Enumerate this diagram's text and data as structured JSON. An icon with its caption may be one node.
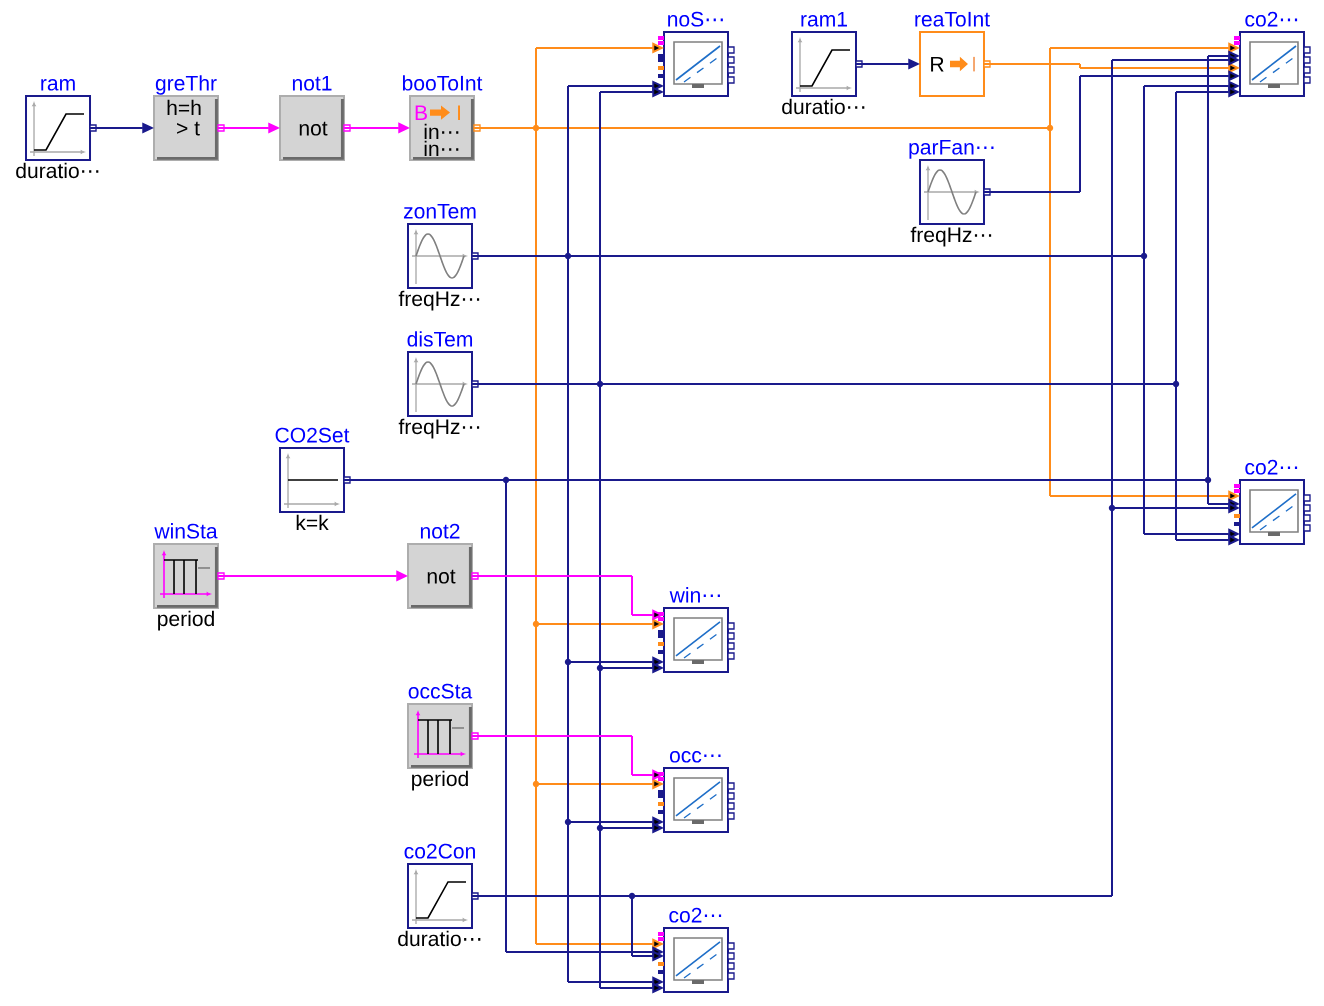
{
  "diagram": {
    "nodes": [
      {
        "text": [
          "ram",
          "duratio⋯"
        ]
      },
      {
        "text": [
          "greThr",
          "h=h",
          "> t"
        ]
      },
      {
        "text": [
          "not1",
          "not"
        ]
      },
      {
        "text": [
          "booToInt",
          "B",
          "I",
          "in⋯",
          "in⋯"
        ]
      },
      {
        "text": [
          "noS⋯"
        ]
      },
      {
        "text": [
          "ram1",
          "duratio⋯"
        ]
      },
      {
        "text": [
          "reaToInt",
          "R",
          "I"
        ]
      },
      {
        "text": [
          "co2⋯"
        ]
      },
      {
        "text": [
          "parFan⋯",
          "freqHz⋯"
        ]
      },
      {
        "text": [
          "zonTem",
          "freqHz⋯"
        ]
      },
      {
        "text": [
          "disTem",
          "freqHz⋯"
        ]
      },
      {
        "text": [
          "CO2Set",
          "k=k"
        ]
      },
      {
        "text": [
          "co2⋯"
        ]
      },
      {
        "text": [
          "winSta",
          "period"
        ]
      },
      {
        "text": [
          "not2",
          "not"
        ]
      },
      {
        "text": [
          "win⋯"
        ]
      },
      {
        "text": [
          "occSta",
          "period"
        ]
      },
      {
        "text": [
          "occ⋯"
        ]
      },
      {
        "text": [
          "co2Con",
          "duratio⋯"
        ]
      },
      {
        "text": [
          "co2⋯"
        ]
      }
    ],
    "edges": [
      {
        "from": 0,
        "to": 1,
        "arrow": "to"
      },
      {
        "from": 1,
        "to": 2,
        "arrow": "to",
        "color": "#ff00ff"
      },
      {
        "from": 2,
        "to": 3,
        "arrow": "to",
        "color": "#ff00ff"
      },
      {
        "from": 3,
        "to": 4,
        "arrow": "to",
        "color": "#ff8c1a"
      },
      {
        "from": 3,
        "to": 7,
        "arrow": "to",
        "color": "#ff8c1a"
      },
      {
        "from": 3,
        "to": 12,
        "arrow": "to",
        "color": "#ff8c1a"
      },
      {
        "from": 3,
        "to": 15,
        "arrow": "to",
        "color": "#ff8c1a"
      },
      {
        "from": 3,
        "to": 17,
        "arrow": "to",
        "color": "#ff8c1a"
      },
      {
        "from": 3,
        "to": 19,
        "arrow": "to",
        "color": "#ff8c1a"
      },
      {
        "from": 5,
        "to": 6,
        "arrow": "to"
      },
      {
        "from": 6,
        "to": 7,
        "arrow": "to",
        "color": "#ff8c1a"
      },
      {
        "from": 8,
        "to": 7,
        "arrow": "to"
      },
      {
        "from": 9,
        "to": 4,
        "arrow": "to"
      },
      {
        "from": 9,
        "to": 7,
        "arrow": "to"
      },
      {
        "from": 9,
        "to": 12,
        "arrow": "to"
      },
      {
        "from": 9,
        "to": 15,
        "arrow": "to"
      },
      {
        "from": 9,
        "to": 17,
        "arrow": "to"
      },
      {
        "from": 9,
        "to": 19,
        "arrow": "to"
      },
      {
        "from": 10,
        "to": 4,
        "arrow": "to"
      },
      {
        "from": 10,
        "to": 7,
        "arrow": "to"
      },
      {
        "from": 10,
        "to": 12,
        "arrow": "to"
      },
      {
        "from": 10,
        "to": 15,
        "arrow": "to"
      },
      {
        "from": 10,
        "to": 17,
        "arrow": "to"
      },
      {
        "from": 10,
        "to": 19,
        "arrow": "to"
      },
      {
        "from": 11,
        "to": 7,
        "arrow": "to"
      },
      {
        "from": 11,
        "to": 12,
        "arrow": "to"
      },
      {
        "from": 11,
        "to": 19,
        "arrow": "to"
      },
      {
        "from": 13,
        "to": 14,
        "arrow": "to",
        "color": "#ff00ff"
      },
      {
        "from": 14,
        "to": 15,
        "arrow": "to",
        "color": "#ff00ff"
      },
      {
        "from": 16,
        "to": 17,
        "arrow": "to",
        "color": "#ff00ff"
      },
      {
        "from": 18,
        "to": 7,
        "arrow": "to"
      },
      {
        "from": 18,
        "to": 12,
        "arrow": "to"
      },
      {
        "from": 18,
        "to": 19,
        "arrow": "to"
      }
    ]
  }
}
